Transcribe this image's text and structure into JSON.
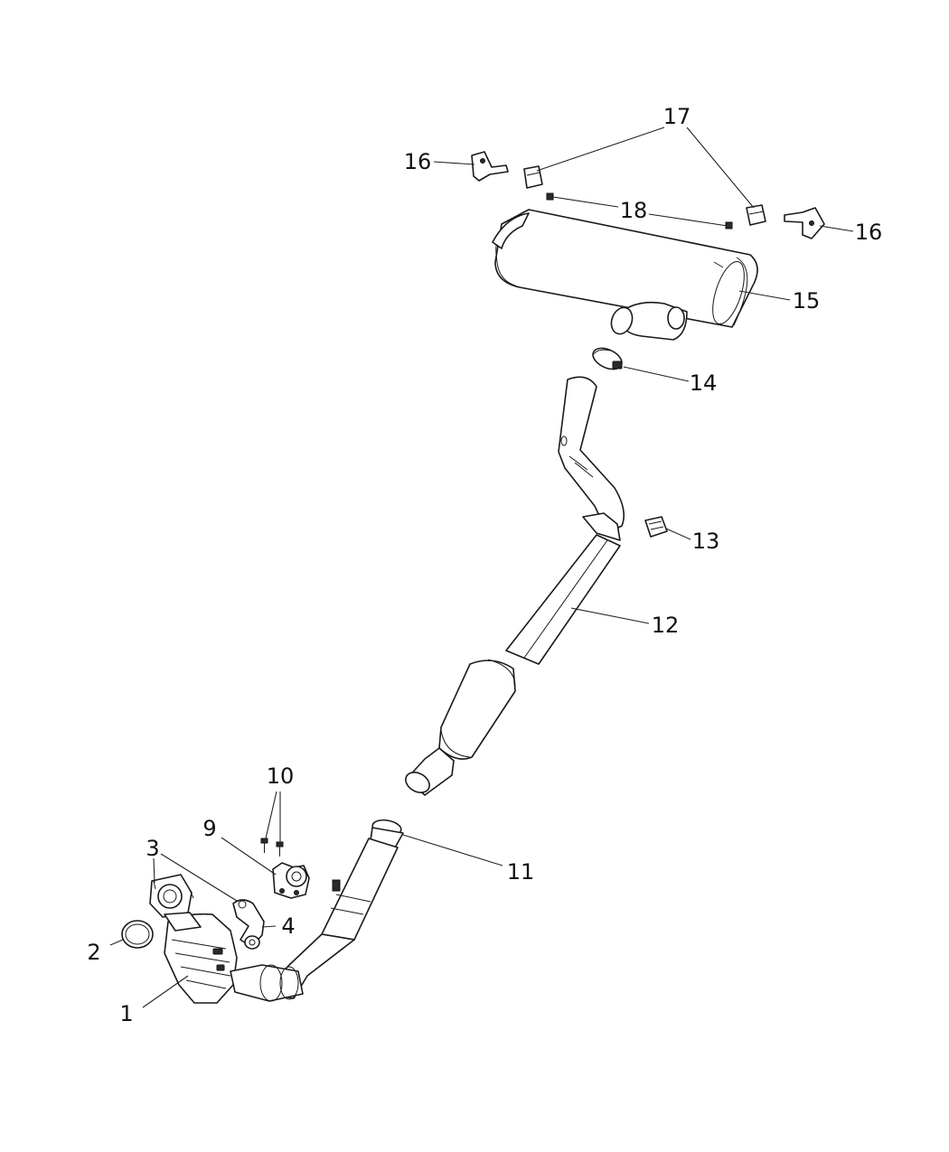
{
  "callouts": [
    {
      "id": "1",
      "label": "1"
    },
    {
      "id": "2",
      "label": "2"
    },
    {
      "id": "3",
      "label": "3"
    },
    {
      "id": "4",
      "label": "4"
    },
    {
      "id": "9",
      "label": "9"
    },
    {
      "id": "10",
      "label": "10"
    },
    {
      "id": "11",
      "label": "11"
    },
    {
      "id": "12",
      "label": "12"
    },
    {
      "id": "13",
      "label": "13"
    },
    {
      "id": "14",
      "label": "14"
    },
    {
      "id": "15",
      "label": "15"
    },
    {
      "id": "16a",
      "label": "16"
    },
    {
      "id": "16b",
      "label": "16"
    },
    {
      "id": "17",
      "label": "17"
    },
    {
      "id": "18",
      "label": "18"
    }
  ]
}
